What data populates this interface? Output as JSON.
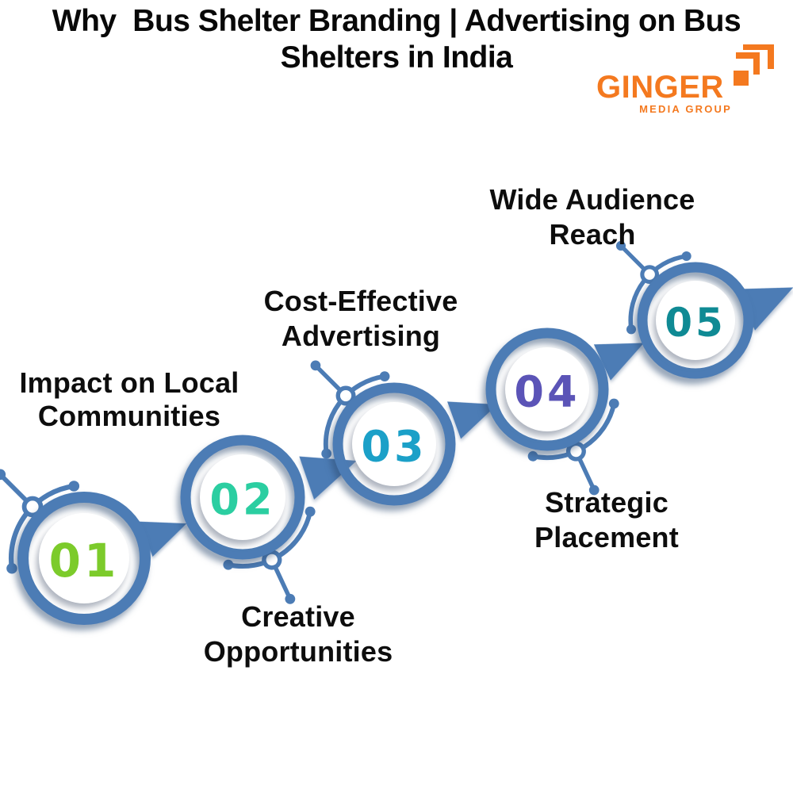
{
  "title": "Why  Bus Shelter Branding | Advertising on Bus\nShelters in India",
  "logo": {
    "brand": "GINGER",
    "tagline": "MEDIA GROUP",
    "brand_color": "#F4791F",
    "icon": "growth-corner-icon"
  },
  "colors": {
    "diagram_blue": "#4C7CB5",
    "label_black": "#0D0D0D"
  },
  "steps": [
    {
      "num": "01",
      "label": "Impact on Local\nCommunities",
      "number_color": "#7CCB2B"
    },
    {
      "num": "02",
      "label": "Creative\nOpportunities",
      "number_color": "#2BCEA1"
    },
    {
      "num": "03",
      "label": "Cost-Effective\nAdvertising",
      "number_color": "#1BA0C8"
    },
    {
      "num": "04",
      "label": "Strategic\nPlacement",
      "number_color": "#5B54B7"
    },
    {
      "num": "05",
      "label": "Wide Audience\nReach",
      "number_color": "#0F8A94"
    }
  ]
}
